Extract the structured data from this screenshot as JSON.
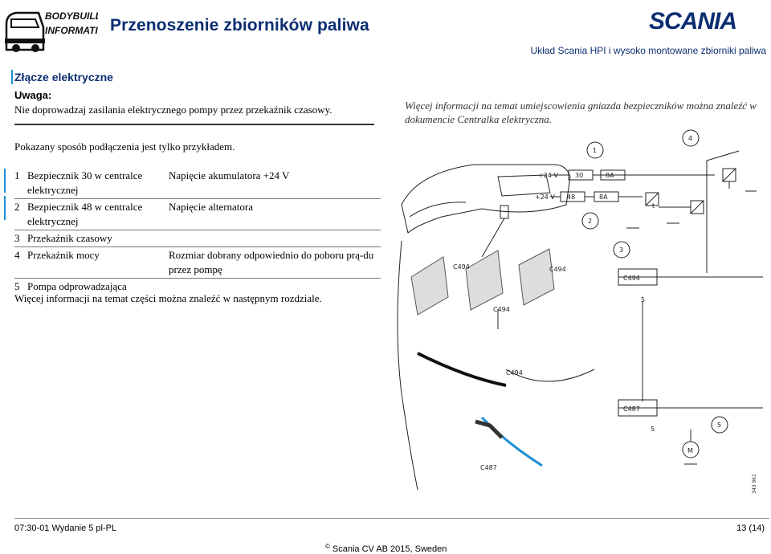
{
  "header": {
    "logo_line1": "BODYBUILDING",
    "logo_line2": "INFORMATION",
    "title": "Przenoszenie zbiorników paliwa",
    "brand": "SCANIA",
    "subtitle": "Układ Scania HPI i wysoko montowane zbiorniki paliwa"
  },
  "section": {
    "title": "Złącze elektryczne",
    "warning_label": "Uwaga:",
    "warning_text": "Nie doprowadzaj zasilania elektrycznego pompy przez przekaźnik czasowy.",
    "info_note": "Więcej informacji na temat umiejscowienia gniazda bezpieczników można znaleźć w dokumencie Centralka elektryczna.",
    "example_text": "Pokazany sposób podłączenia jest tylko przykładem.",
    "legend": [
      {
        "num": "1",
        "name": "Bezpiecznik 30 w centralce elektrycznej",
        "desc": "Napięcie akumulatora +24 V"
      },
      {
        "num": "2",
        "name": "Bezpiecznik 48 w centralce elektrycznej",
        "desc": "Napięcie alternatora"
      },
      {
        "num": "3",
        "name": "Przekaźnik czasowy",
        "desc": ""
      },
      {
        "num": "4",
        "name": "Przekaźnik mocy",
        "desc": "Rozmiar dobrany odpowiednio do poboru prą-du przez pompę"
      },
      {
        "num": "5",
        "name": "Pompa odprowadzająca",
        "desc": ""
      }
    ],
    "more_text": "Więcej informacji na temat części można znaleźć w następnym rozdziale."
  },
  "diagram": {
    "callouts": [
      "1",
      "2",
      "3",
      "4",
      "5"
    ],
    "voltage_1": "+24 V",
    "voltage_2": "+24 V",
    "fuse_1": "30",
    "fuse_2": "48",
    "rating_1": "8A",
    "rating_2": "8A",
    "connector_c494": "C494",
    "connector_c487": "C487",
    "pin_5": "5",
    "timer_mark": "t",
    "motor": "M",
    "figure_id": "343 961"
  },
  "footer": {
    "doc_id": "07:30-01 Wydanie 5 pl-PL",
    "page": "13 (14)",
    "copyright_symbol": "©",
    "copyright": "Scania CV AB 2015, Sweden"
  }
}
